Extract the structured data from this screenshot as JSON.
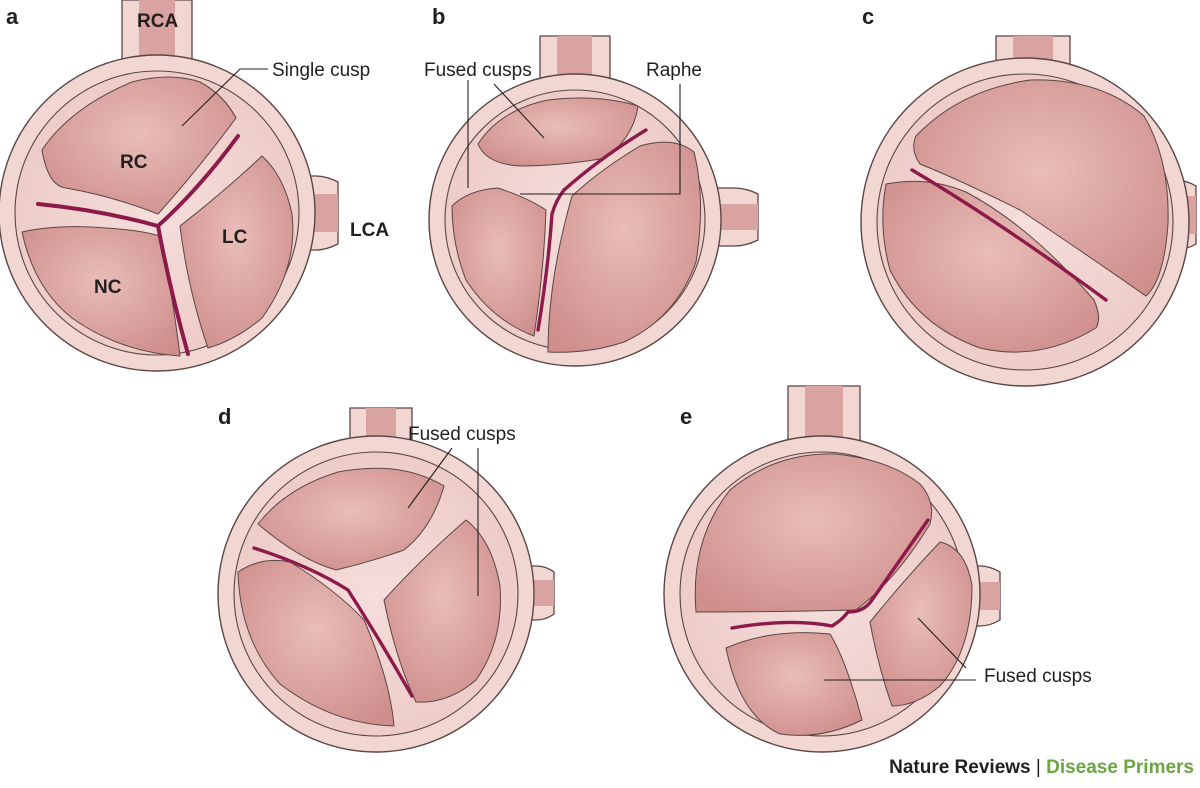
{
  "colors": {
    "wall": "#f1d6d2",
    "outline": "#5a4644",
    "cusp": "#d9a3a1",
    "cusp_light": "#e4b4b0",
    "commissure": "#8c1a4a",
    "text": "#231f20",
    "series_green": "#6aa542"
  },
  "panels": {
    "a": {
      "letter": "a",
      "rca_label": "RCA",
      "lca_label": "LCA",
      "rc_label": "RC",
      "lc_label": "LC",
      "nc_label": "NC",
      "single_cusp_label": "Single cusp"
    },
    "b": {
      "letter": "b",
      "fused_label": "Fused cusps",
      "raphe_label": "Raphe"
    },
    "c": {
      "letter": "c"
    },
    "d": {
      "letter": "d",
      "fused_label": "Fused cusps"
    },
    "e": {
      "letter": "e",
      "fused_label": "Fused cusps"
    }
  },
  "footer": {
    "brand": "Nature Reviews",
    "separator": "|",
    "series": "Disease Primers"
  }
}
